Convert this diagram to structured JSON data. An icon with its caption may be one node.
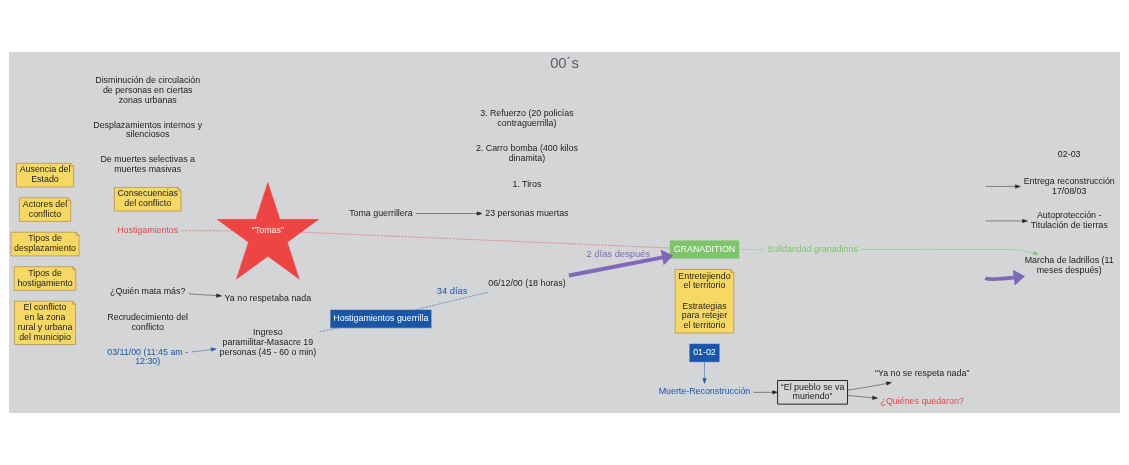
{
  "diagram": {
    "title": "00´s",
    "nodes": [
      {
        "text": [
          "El conflicto en la zona rural y urbana del municipio"
        ]
      },
      {
        "text": [
          "Consecuencias del conflicto"
        ]
      },
      {
        "text": [
          "Tipos de hostigamiento"
        ]
      },
      {
        "text": [
          "Tipos de desplazamiento"
        ]
      },
      {
        "text": [
          "Actores del conflicto"
        ]
      },
      {
        "text": [
          "Ausencia del Estado"
        ]
      },
      {
        "text": [
          "¿Quién mata más?"
        ]
      },
      {
        "text": [
          "Ya no respetaba nada"
        ]
      },
      {
        "text": [
          "Hostigamientos"
        ]
      },
      {
        "text": [
          "“Tomas”"
        ]
      },
      {
        "text": [
          "03/11/00 (11:45 am - 12:30)"
        ]
      },
      {
        "text": [
          "Ingreso paramilitar-Masacre 19 personas (45 - 60 o min)"
        ]
      },
      {
        "text": [
          "Hostigamientos guerrilla"
        ]
      },
      {
        "text": [
          "06/12/00 (18 horas)"
        ]
      },
      {
        "text": [
          "Toma guerrillera"
        ]
      },
      {
        "text": [
          "23 personas muertas"
        ]
      },
      {
        "text": [
          "Entretejiendo el territorio",
          "Estrategias para retejer el territorio"
        ]
      },
      {
        "text": [
          "GRANADITION"
        ]
      },
      {
        "text": [
          "01-02"
        ]
      },
      {
        "text": [
          "Muerte-Reconstrucción"
        ]
      },
      {
        "text": [
          "“El pueblo se va muriendo”"
        ]
      },
      {
        "text": [
          "“Ya no se respeta nada”"
        ]
      },
      {
        "text": [
          "¿Quiénes quedaron?"
        ]
      },
      {
        "text": [
          "Solidaridad granadinos"
        ]
      },
      {
        "text": [
          "Marcha de ladrillos (11 meses después)"
        ]
      },
      {
        "text": [
          "Autoprotección - Titulación de tierras"
        ]
      },
      {
        "text": [
          "Entrega reconstrucción 17/08/03"
        ]
      }
    ],
    "edges": [
      {
        "from": 6,
        "to": 7,
        "arrow": "to"
      },
      {
        "from": 8,
        "to": 9,
        "arrow": "none",
        "style": "dashed",
        "color": "#e8474a"
      },
      {
        "from": 9,
        "to": 17,
        "arrow": "none",
        "style": "dashed",
        "color": "#e8474a"
      },
      {
        "from": 10,
        "to": 11,
        "arrow": "to",
        "color": "#1a56a8"
      },
      {
        "from": 11,
        "to": 12,
        "arrow": "none",
        "style": "dashed",
        "color": "#1a56a8"
      },
      {
        "from": 12,
        "to": 13,
        "label": "34 días",
        "arrow": "none",
        "style": "dashed",
        "color": "#1a56a8"
      },
      {
        "from": 13,
        "to": 17,
        "label": "2 días después",
        "arrow": "to",
        "style": "thick",
        "color": "#8068b8"
      },
      {
        "from": 14,
        "to": 15,
        "arrow": "to"
      },
      {
        "from": null,
        "to": 24,
        "arrow": "to",
        "style": "thick",
        "color": "#8068b8"
      },
      {
        "from": 17,
        "to": 23,
        "arrow": "none",
        "style": "dashed",
        "color": "#7dc46a"
      },
      {
        "from": 18,
        "to": 19,
        "arrow": "to",
        "color": "#1a56a8"
      },
      {
        "from": 19,
        "to": 20,
        "arrow": "to"
      },
      {
        "from": 20,
        "to": 22,
        "arrow": "to"
      },
      {
        "from": 20,
        "to": 21,
        "arrow": "to"
      },
      {
        "from": 23,
        "to": 24,
        "arrow": "to",
        "color": "#7dc46a"
      },
      {
        "from": null,
        "to": 25,
        "arrow": "to"
      },
      {
        "from": null,
        "to": 26,
        "arrow": "to"
      }
    ],
    "labels": [
      "Recrudecimiento del conflicto",
      "De muertes selectivas a muertes masivas",
      "Desplazamientos internos y silenciosos",
      "Disminución de circulación de personas en ciertas zonas urbanas",
      "1. Tiros",
      "2. Carro bomba (400 kilos dinamita)",
      "3. Refuerzo (20 policías contraguerrilla)",
      "02-03"
    ]
  }
}
